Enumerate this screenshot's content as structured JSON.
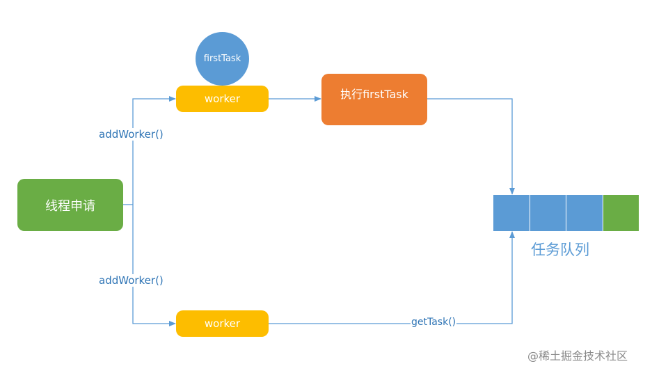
{
  "nodes": {
    "apply": "线程申请",
    "first_task": "firstTask",
    "worker_top": "worker",
    "worker_bottom": "worker",
    "execute": "执行firstTask"
  },
  "edge_labels": {
    "add_worker_top": "addWorker()",
    "add_worker_bottom": "addWorker()",
    "get_task": "getTask()"
  },
  "queue": {
    "title": "任务队列",
    "slots": [
      {
        "color": "#5b9bd5"
      },
      {
        "color": "#5b9bd5"
      },
      {
        "color": "#5b9bd5"
      },
      {
        "color": "#6aad45"
      }
    ]
  },
  "watermark": "@稀土掘金技术社区",
  "colors": {
    "line": "#5b9bd5",
    "apply": "#6aad45",
    "worker": "#fdbd00",
    "execute": "#ed7d31",
    "circle": "#5b9bd5"
  }
}
